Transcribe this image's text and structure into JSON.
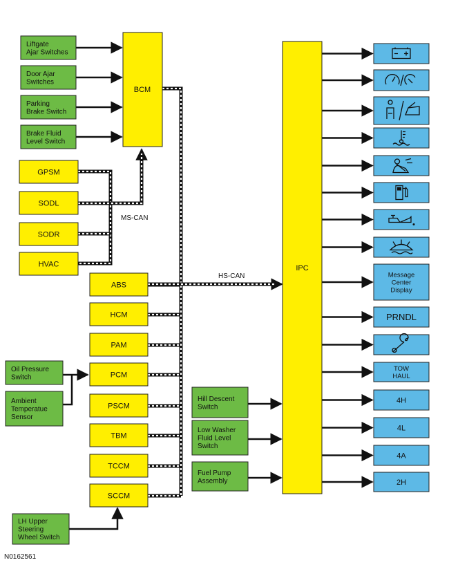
{
  "inputs_left": [
    {
      "id": "liftgate",
      "lines": [
        "Liftgate",
        "Ajar Switches"
      ]
    },
    {
      "id": "door-ajar",
      "lines": [
        "Door Ajar",
        "Switches"
      ]
    },
    {
      "id": "parking-brake",
      "lines": [
        "Parking",
        "Brake Switch"
      ]
    },
    {
      "id": "brake-fluid",
      "lines": [
        "Brake Fluid",
        "Level Switch"
      ]
    }
  ],
  "bcm": {
    "label": "BCM"
  },
  "ms_can_modules": [
    "GPSM",
    "SODL",
    "SODR",
    "HVAC"
  ],
  "ms_can_label": "MS-CAN",
  "hs_can_modules": [
    "ABS",
    "HCM",
    "PAM",
    "PCM",
    "PSCM",
    "TBM",
    "TCCM",
    "SCCM"
  ],
  "hs_can_label": "HS-CAN",
  "pcm_inputs": [
    {
      "id": "oil-pressure",
      "lines": [
        "Oil Pressure",
        "Switch"
      ]
    },
    {
      "id": "ambient-temp",
      "lines": [
        "Ambient",
        "Temperatue",
        "Sensor"
      ]
    }
  ],
  "sccm_input": {
    "lines": [
      "LH Upper",
      "Steering",
      "Wheel Switch"
    ]
  },
  "ipc_inputs": [
    {
      "id": "hill-descent",
      "lines": [
        "Hill Descent",
        "Switch"
      ]
    },
    {
      "id": "low-washer",
      "lines": [
        "Low Washer",
        "Fluid Level",
        "Switch"
      ]
    },
    {
      "id": "fuel-pump",
      "lines": [
        "Fuel Pump",
        "Assembly"
      ]
    }
  ],
  "ipc": {
    "label": "IPC"
  },
  "outputs": [
    {
      "type": "icon",
      "icon": "battery-icon"
    },
    {
      "type": "icon",
      "icon": "speed-control-icon"
    },
    {
      "type": "icon",
      "icon": "airbag-door-icon"
    },
    {
      "type": "icon",
      "icon": "coolant-temp-icon"
    },
    {
      "type": "icon",
      "icon": "seatbelt-icon"
    },
    {
      "type": "icon",
      "icon": "fuel-icon"
    },
    {
      "type": "icon",
      "icon": "oil-pressure-icon"
    },
    {
      "type": "icon",
      "icon": "washer-fluid-icon"
    },
    {
      "type": "text",
      "lines": [
        "Message",
        "Center",
        "Display"
      ]
    },
    {
      "type": "text",
      "lines": [
        "PRNDL"
      ]
    },
    {
      "type": "icon",
      "icon": "wrench-icon"
    },
    {
      "type": "text",
      "lines": [
        "TOW",
        "HAUL"
      ]
    },
    {
      "type": "text",
      "lines": [
        "4H"
      ]
    },
    {
      "type": "text",
      "lines": [
        "4L"
      ]
    },
    {
      "type": "text",
      "lines": [
        "4A"
      ]
    },
    {
      "type": "text",
      "lines": [
        "2H"
      ]
    }
  ],
  "figure_id": "N0162561",
  "colors": {
    "module": "#ffef00",
    "input": "#6dbb45",
    "output": "#5db9e6"
  }
}
